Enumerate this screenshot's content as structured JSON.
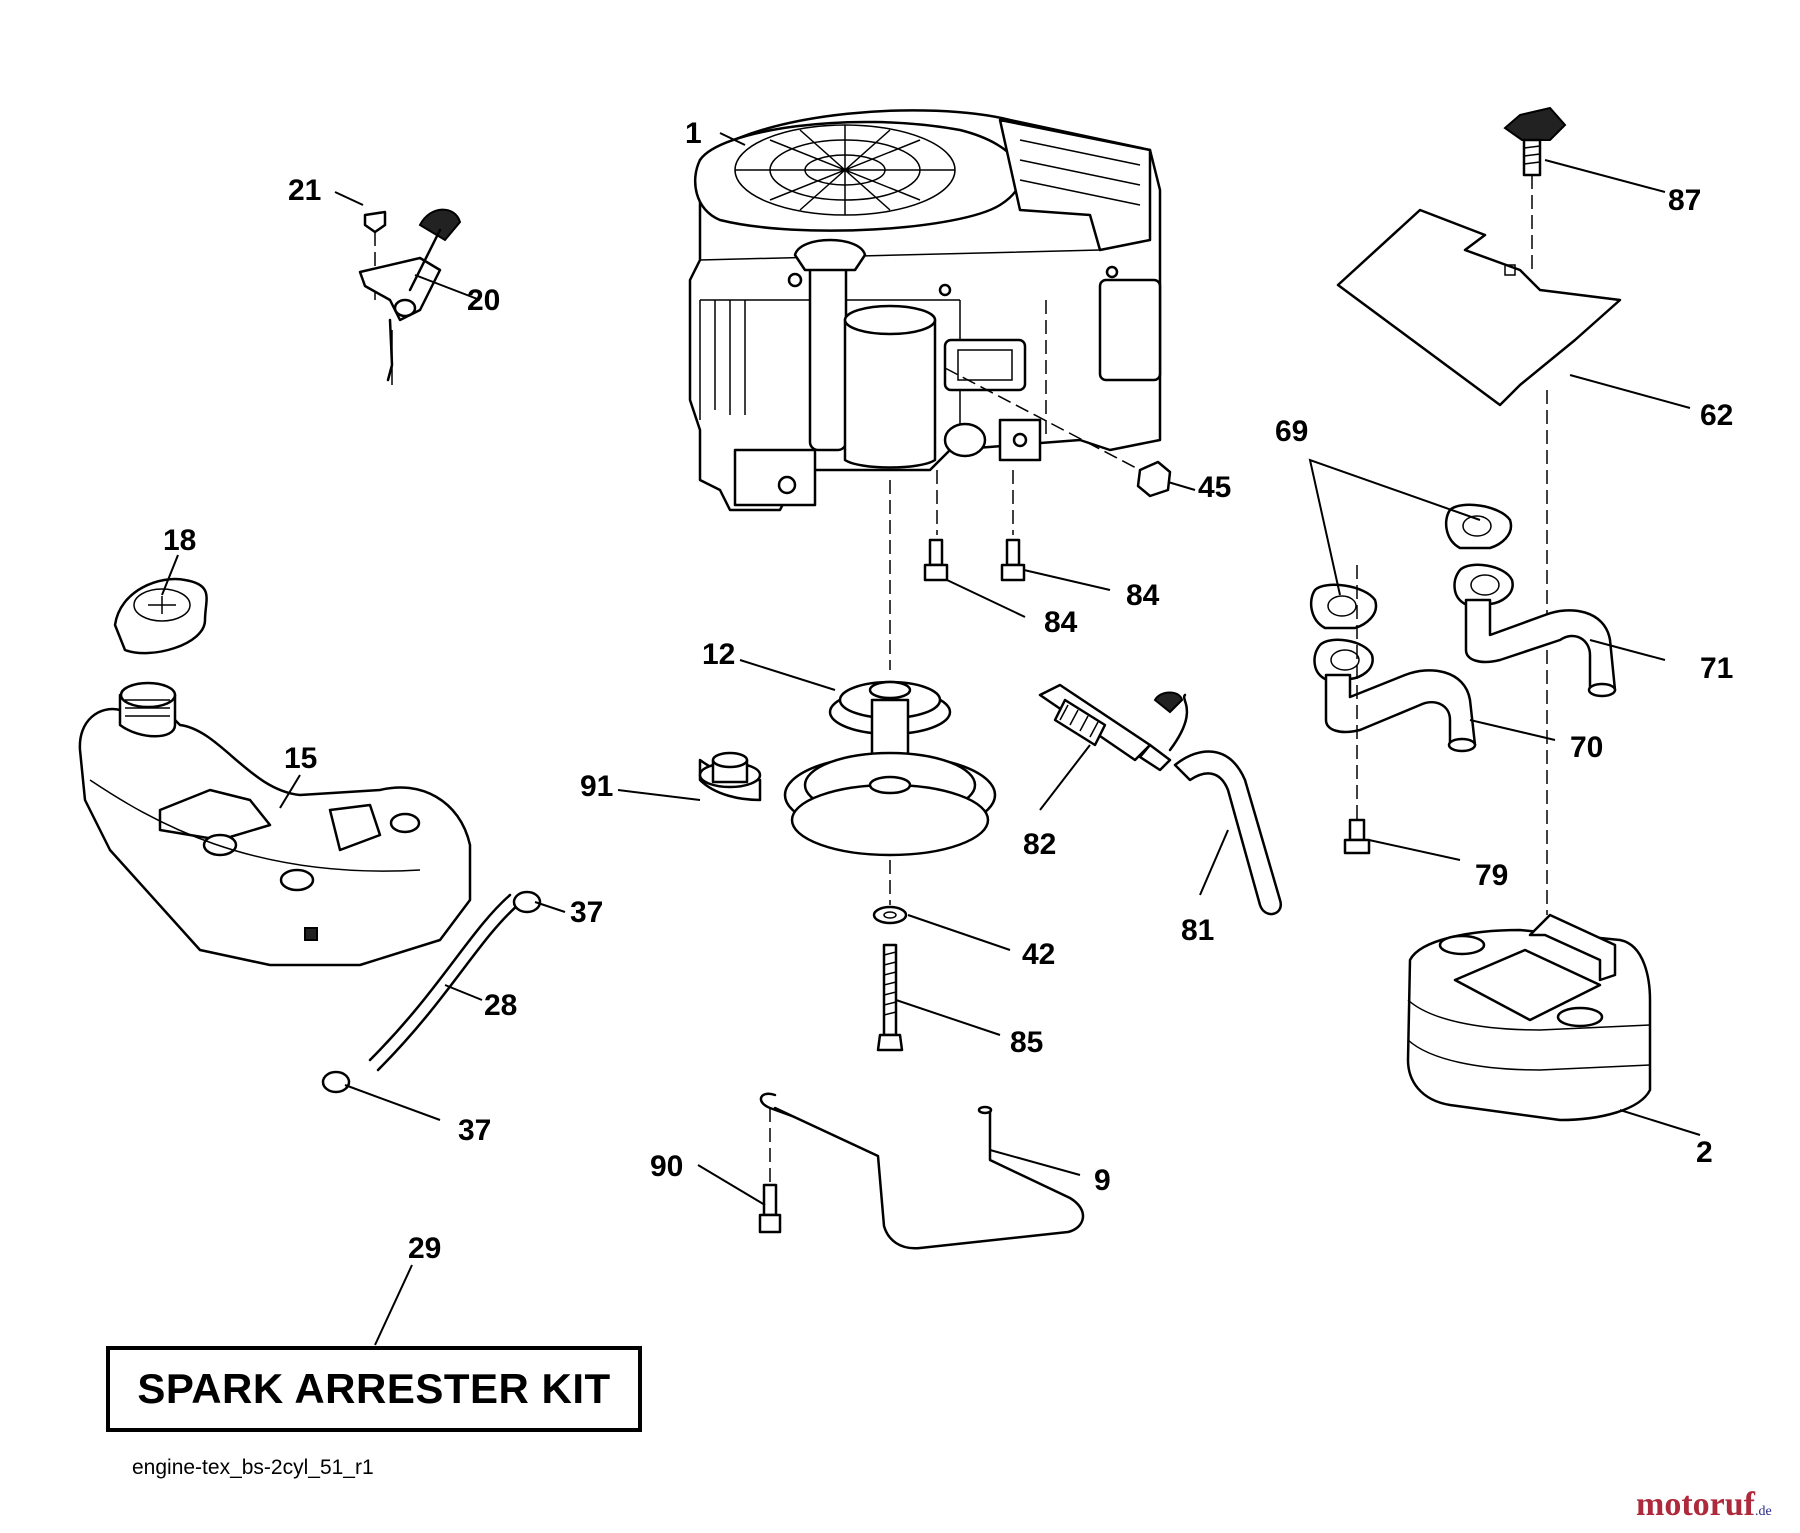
{
  "labels": {
    "l1": "1",
    "l2": "2",
    "l9": "9",
    "l12": "12",
    "l15": "15",
    "l18": "18",
    "l20": "20",
    "l21": "21",
    "l28": "28",
    "l29": "29",
    "l37a": "37",
    "l37b": "37",
    "l42": "42",
    "l45": "45",
    "l62": "62",
    "l69": "69",
    "l70": "70",
    "l71": "71",
    "l79": "79",
    "l81": "81",
    "l82": "82",
    "l84a": "84",
    "l84b": "84",
    "l85": "85",
    "l87": "87",
    "l90": "90",
    "l91": "91"
  },
  "kit": {
    "title": "SPARK ARRESTER KIT"
  },
  "footer": {
    "diagram_code": "engine-tex_bs-2cyl_51_r1"
  },
  "watermark": {
    "text": "motoruf",
    "suffix": ".de"
  }
}
